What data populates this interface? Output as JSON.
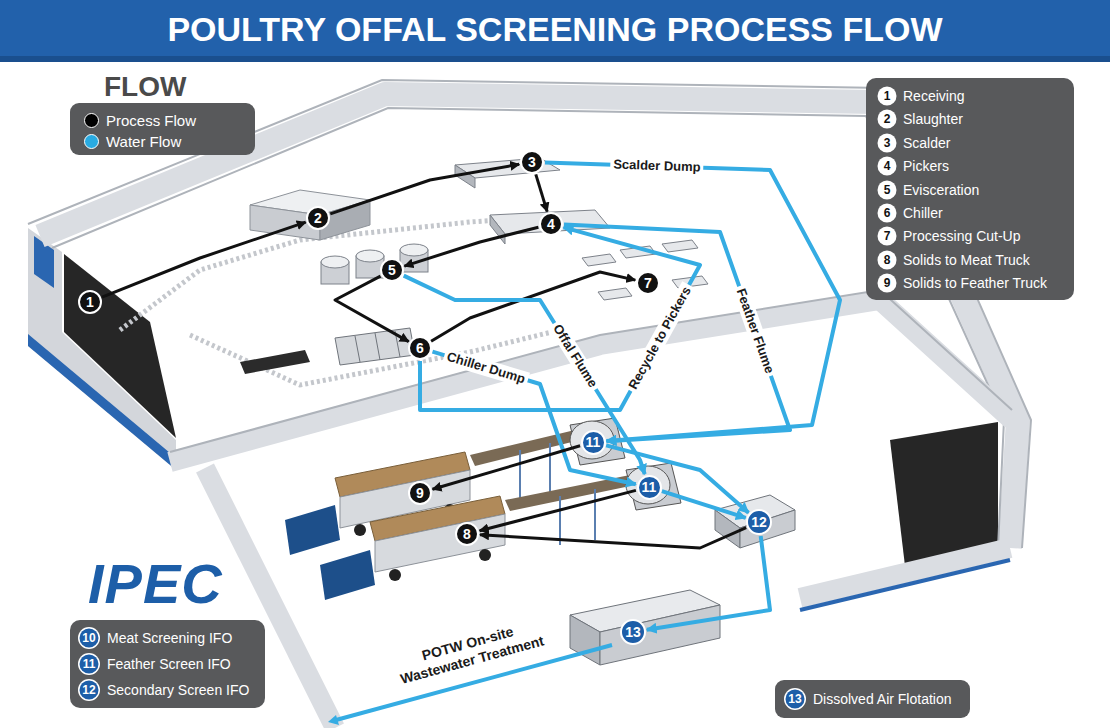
{
  "diagram": {
    "title": "POULTRY OFFAL SCREENING PROCESS FLOW",
    "nodes": [
      {
        "text": [
          "1"
        ]
      },
      {
        "text": [
          "2"
        ]
      },
      {
        "text": [
          "3"
        ]
      },
      {
        "text": [
          "4"
        ]
      },
      {
        "text": [
          "5"
        ]
      },
      {
        "text": [
          "6"
        ]
      },
      {
        "text": [
          "7"
        ]
      },
      {
        "text": [
          "11"
        ]
      },
      {
        "text": [
          "9"
        ]
      },
      {
        "text": [
          "11"
        ]
      },
      {
        "text": [
          "8"
        ]
      },
      {
        "text": [
          "12"
        ]
      },
      {
        "text": [
          "13"
        ]
      }
    ],
    "edges": [
      {
        "from": 0,
        "to": 1,
        "arrow": "to"
      },
      {
        "from": 1,
        "to": 2,
        "arrow": "to"
      },
      {
        "from": 2,
        "to": 3,
        "arrow": "to"
      },
      {
        "from": 3,
        "to": 4,
        "arrow": "to"
      },
      {
        "from": 4,
        "to": 5,
        "arrow": "to"
      },
      {
        "from": 5,
        "to": 6,
        "arrow": "to"
      },
      {
        "from": 2,
        "to": 7,
        "label": "Scalder Dump",
        "arrow": "to"
      },
      {
        "from": 3,
        "to": 7,
        "label": "Feather Flume",
        "arrow": "to"
      },
      {
        "from": 4,
        "to": 9,
        "label": "Offal Flume",
        "arrow": "to"
      },
      {
        "from": 5,
        "to": 9,
        "label": "Chiller Dump",
        "arrow": "to"
      },
      {
        "from": 5,
        "to": 3,
        "label": "Recycle to Pickers",
        "arrow": "to"
      },
      {
        "from": 7,
        "to": 8,
        "arrow": "to"
      },
      {
        "from": 9,
        "to": 10,
        "arrow": "to"
      },
      {
        "from": 7,
        "to": 11,
        "arrow": "to"
      },
      {
        "from": 9,
        "to": 11,
        "arrow": "to"
      },
      {
        "from": 11,
        "to": 10,
        "arrow": "to"
      },
      {
        "from": 11,
        "to": 12,
        "arrow": "to"
      }
    ],
    "labels": [
      "FLOW",
      "1",
      "Receiving",
      "2",
      "Slaughter",
      "3",
      "Scalder",
      "4",
      "Pickers",
      "5",
      "Evisceration",
      "6",
      "Chiller",
      "7",
      "Processing Cut-Up",
      "8",
      "Solids to Meat Truck",
      "9",
      "Solids to Feather Truck",
      "IPEC",
      "10",
      "Meat Screening IFO",
      "11",
      "Feather Screen IFO",
      "12",
      "Secondary Screen IFO",
      "13",
      "Dissolved Air Flotation",
      "POTW On-site Wastewater Treatment"
    ],
    "legend": [
      {
        "text": "Process Flow",
        "color": "#000000"
      },
      {
        "text": "Water Flow",
        "color": "#29abe2"
      }
    ]
  }
}
